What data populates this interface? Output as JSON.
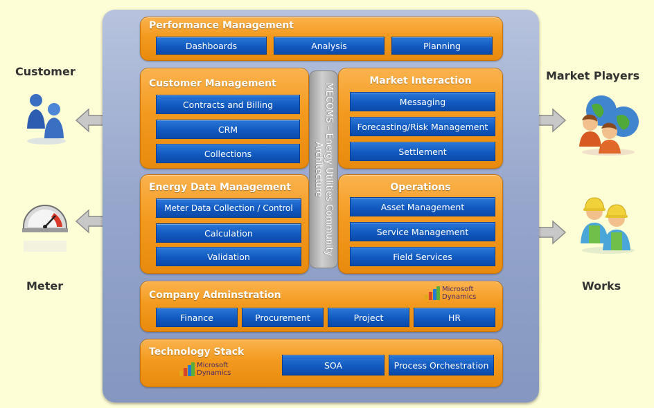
{
  "left": {
    "customer_label": "Customer",
    "meter_label": "Meter"
  },
  "right": {
    "market_players_label": "Market Players",
    "works_label": "Works"
  },
  "center_bar": {
    "text": "MECOMS – Energy Utilities Community Architecture"
  },
  "modules": {
    "performance_management": {
      "title": "Performance Management",
      "items": [
        "Dashboards",
        "Analysis",
        "Planning"
      ]
    },
    "customer_management": {
      "title": "Customer Management",
      "items": [
        "Contracts and Billing",
        "CRM",
        "Collections"
      ]
    },
    "market_interaction": {
      "title": "Market Interaction",
      "items": [
        "Messaging",
        "Forecasting/Risk Management",
        "Settlement"
      ]
    },
    "energy_data_management": {
      "title": "Energy Data Management",
      "items": [
        "Meter Data Collection / Control",
        "Calculation",
        "Validation"
      ]
    },
    "operations": {
      "title": "Operations",
      "items": [
        "Asset Management",
        "Service Management",
        "Field Services"
      ]
    },
    "company_administration": {
      "title": "Company Adminstration",
      "items": [
        "Finance",
        "Procurement",
        "Project",
        "HR"
      ]
    },
    "technology_stack": {
      "title": "Technology Stack",
      "items": [
        "SOA",
        "Process Orchestration"
      ]
    }
  },
  "logos": {
    "microsoft_dynamics": [
      "Microsoft",
      "Dynamics"
    ]
  },
  "colors": {
    "background": "#fdfdd6",
    "panel": "#95a5cb",
    "module_orange": "#f39a1e",
    "button_blue": "#1259bf",
    "center_bar_gray": "#b5b5b5"
  }
}
